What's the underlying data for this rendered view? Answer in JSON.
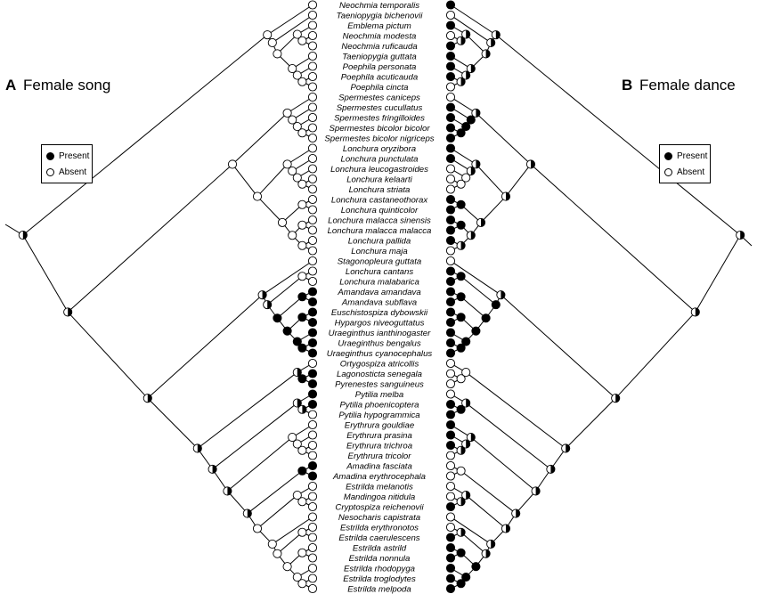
{
  "panels": {
    "left": {
      "letter": "A",
      "title": "Female song"
    },
    "right": {
      "letter": "B",
      "title": "Female dance"
    }
  },
  "legend": {
    "present": "Present",
    "absent": "Absent"
  },
  "taxa": [
    "Neochmia temporalis",
    "Taeniopygia bichenovii",
    "Emblema pictum",
    "Neochmia modesta",
    "Neochmia ruficauda",
    "Taeniopygia guttata",
    "Poephila personata",
    "Poephila acuticauda",
    "Poephila cincta",
    "Spermestes caniceps",
    "Spermestes cucullatus",
    "Spermestes fringilloides",
    "Spermestes bicolor bicolor",
    "Spermestes bicolor nigriceps",
    "Lonchura oryzibora",
    "Lonchura punctulata",
    "Lonchura leucogastroides",
    "Lonchura kelaarti",
    "Lonchura striata",
    "Lonchura castaneothorax",
    "Lonchura quinticolor",
    "Lonchura malacca sinensis",
    "Lonchura malacca malacca",
    "Lonchura pallida",
    "Lonchura maja",
    "Stagonopleura guttata",
    "Lonchura cantans",
    "Lonchura malabarica",
    "Amandava amandava",
    "Amandava subflava",
    "Euschistospiza dybowskii",
    "Hypargos niveoguttatus",
    "Uraeginthus ianthinogaster",
    "Uraeginthus bengalus",
    "Uraeginthus cyanocephalus",
    "Ortygospiza atricollis",
    "Lagonosticta senegala",
    "Pyrenestes sanguineus",
    "Pytilia melba",
    "Pytilia phoenicoptera",
    "Pytilia hypogrammica",
    "Erythrura gouldiae",
    "Erythrura prasina",
    "Erythrura trichroa",
    "Erythrura tricolor",
    "Amadina fasciata",
    "Amadina erythrocephala",
    "Estrilda melanotis",
    "Mandingoa nitidula",
    "Cryptospiza reichenovii",
    "Nesocharis capistrata",
    "Estrilda erythronotos",
    "Estrilda caerulescens",
    "Estrilda astrild",
    "Estrilda nonnula",
    "Estrilda rhodopyga",
    "Estrilda troglodytes",
    "Estrilda melpoda"
  ],
  "song_states": [
    0,
    0,
    0,
    0,
    0,
    0,
    0,
    0,
    0,
    0,
    0,
    0,
    0,
    0,
    0,
    0,
    0,
    0,
    0,
    0,
    0,
    0,
    0,
    0,
    0,
    0,
    0,
    0,
    1,
    1,
    1,
    1,
    1,
    1,
    1,
    0,
    1,
    1,
    1,
    1,
    0,
    0,
    0,
    0,
    0,
    1,
    1,
    0,
    0,
    0,
    0,
    0,
    0,
    0,
    0,
    0,
    0,
    0
  ],
  "dance_states": [
    1,
    0,
    1,
    0,
    1,
    1,
    1,
    1,
    0,
    0,
    1,
    1,
    1,
    1,
    1,
    1,
    0,
    0,
    0,
    1,
    1,
    1,
    1,
    1,
    0,
    0,
    1,
    1,
    1,
    1,
    1,
    1,
    1,
    1,
    1,
    0,
    0,
    0,
    0,
    1,
    1,
    1,
    1,
    1,
    0,
    0,
    0,
    0,
    0,
    1,
    0,
    0,
    1,
    1,
    1,
    1,
    1,
    1
  ]
}
